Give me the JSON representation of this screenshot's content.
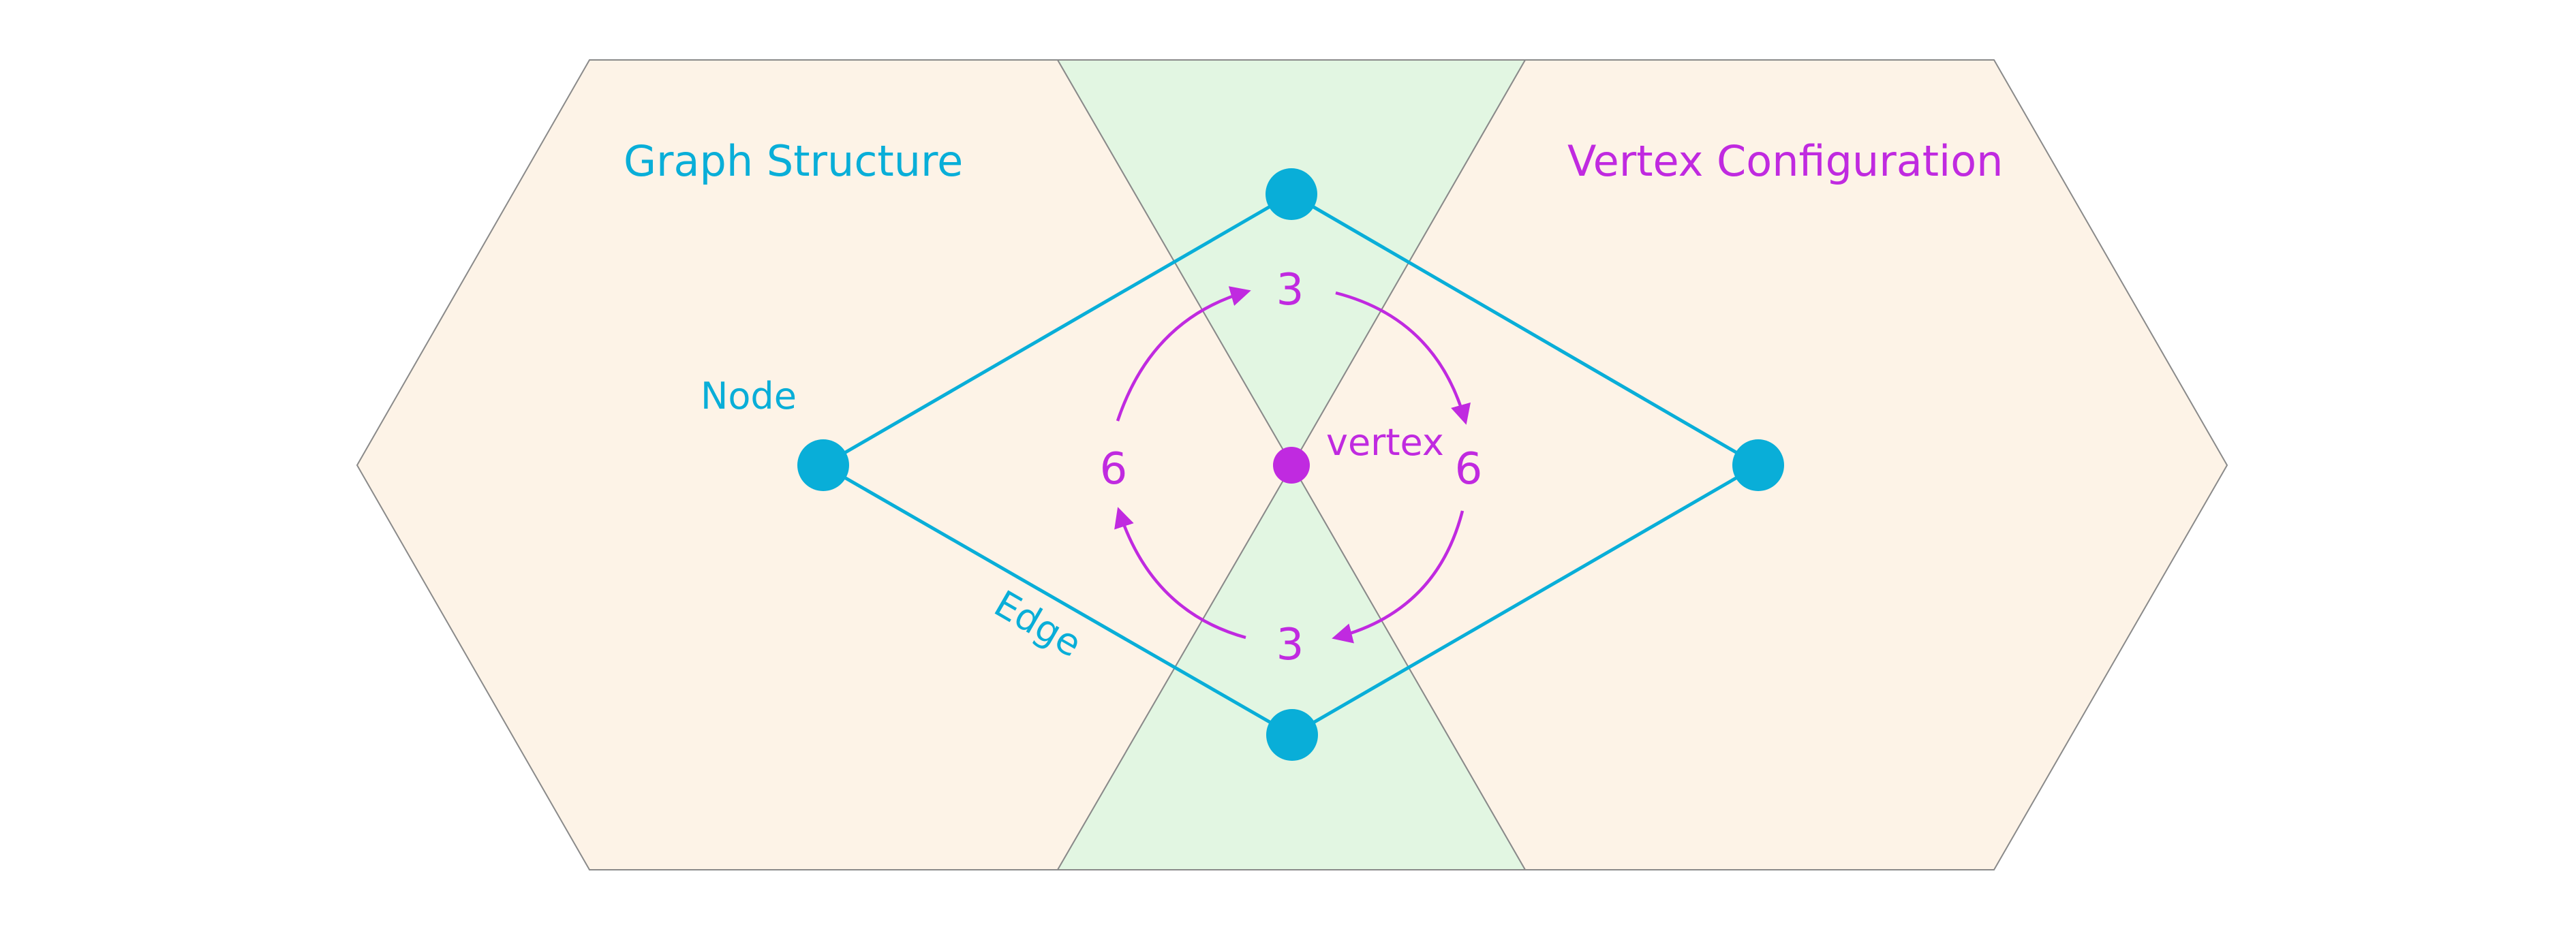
{
  "colors": {
    "accent_blue": "#09aed8",
    "accent_magenta": "#c02ae0",
    "panel_peach": "#fdf3e7",
    "panel_green": "#e2f6e2",
    "panel_outline": "#8a8a8a",
    "background": "#ffffff"
  },
  "labels": {
    "left_title": "Graph Structure",
    "right_title": "Vertex Configuration",
    "node": "Node",
    "edge": "Edge",
    "vertex": "vertex"
  },
  "numbers": {
    "top": "3",
    "left": "6",
    "right": "6",
    "bottom": "3"
  }
}
